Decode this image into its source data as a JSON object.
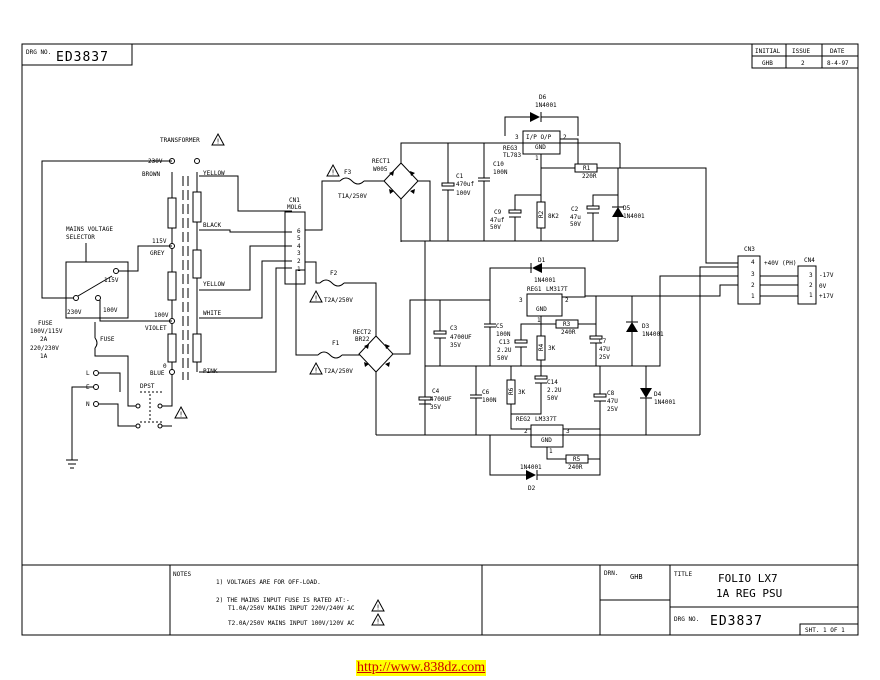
{
  "header": {
    "drg_label": "DRG NO.",
    "drg_number": "ED3837",
    "initial_label": "INITIAL",
    "issue_label": "ISSUE",
    "date_label": "DATE",
    "initial_value": "GHB",
    "issue_value": "2",
    "date_value": "8-4-97"
  },
  "left": {
    "transformer": "TRANSFORMER",
    "tap_230": "230V",
    "brown": "BROWN",
    "tap_115": "115V",
    "grey": "GREY",
    "tap_100": "100V",
    "violet": "VIOLET",
    "tap_0": "0",
    "blue": "BLUE",
    "mains_selector_1": "MAINS VOLTAGE",
    "mains_selector_2": "SELECTOR",
    "sel_115": "115V",
    "sel_230": "230V",
    "sel_100": "100V",
    "fuse": "FUSE",
    "fuse_note_1": "FUSE",
    "fuse_note_2": "100V/115V",
    "fuse_note_3": "2A",
    "fuse_note_4": "220/230V",
    "fuse_note_5": "1A",
    "term_l": "L",
    "term_e": "E",
    "term_n": "N",
    "dpst": "DPST",
    "sec_yellow_1": "YELLOW",
    "sec_black": "BLACK",
    "sec_yellow_2": "YELLOW",
    "sec_white": "WHITE",
    "sec_pink": "PINK"
  },
  "mid": {
    "cn1": "CN1",
    "mol6": "MOL6",
    "pins": [
      "6",
      "5",
      "4",
      "3",
      "2",
      "1"
    ],
    "f3": "F3",
    "f3_rating": "T1A/250V",
    "f2": "F2",
    "f2_rating": "T2A/250V",
    "f1": "F1",
    "f1_rating": "T2A/250V",
    "rect1": "RECT1",
    "rect1_part": "W005",
    "rect2": "RECT2",
    "rect2_part": "BR22"
  },
  "upper": {
    "d6": "D6",
    "d6_part": "1N4001",
    "reg3": "REG3",
    "reg3_part": "TL783",
    "io": "I/P O/P",
    "gnd": "GND",
    "pin3": "3",
    "pin2": "2",
    "pin1": "1",
    "c1": "C1",
    "c1_val": "470uf",
    "c1_v": "100V",
    "c10": "C10",
    "c10_val": "100N",
    "c9": "C9",
    "c9_val": "47uf",
    "c9_v": "50V",
    "r2": "R2",
    "r2_val": "8K2",
    "c2": "C2",
    "c2_val": "47u",
    "c2_v": "50V",
    "d5": "D5",
    "d5_part": "1N4001",
    "r1": "R1",
    "r1_val": "220R"
  },
  "lower": {
    "d1": "D1",
    "d1_part": "1N4001",
    "reg1": "REG1",
    "reg1_part": "LM317T",
    "reg2": "REG2",
    "reg2_part": "LM337T",
    "c3": "C3",
    "c3_val": "4700UF",
    "c3_v": "35V",
    "c5": "C5",
    "c5_val": "100N",
    "c13": "C13",
    "c13_val": "2.2U",
    "c13_v": "50V",
    "r4": "R4",
    "r4_val": "3K",
    "r3": "R3",
    "r3_val": "240R",
    "c7": "C7",
    "c7_val": "47U",
    "c7_v": "25V",
    "d3": "D3",
    "d3_part": "1N4001",
    "c4": "C4",
    "c4_val": "4700UF",
    "c4_v": "35V",
    "c6": "C6",
    "c6_val": "100N",
    "r6": "R6",
    "r6_val": "3K",
    "c14": "C14",
    "c14_val": "2.2U",
    "c14_v": "50V",
    "c8": "C8",
    "c8_val": "47U",
    "c8_v": "25V",
    "d4": "D4",
    "d4_part": "1N4001",
    "r5": "R5",
    "r5_val": "240R",
    "d2": "D2",
    "d2_part": "1N4001"
  },
  "right": {
    "cn3": "CN3",
    "cn4": "CN4",
    "cn3_pins": [
      "4",
      "3",
      "2",
      "1"
    ],
    "cn4_pins": [
      "3",
      "2",
      "1"
    ],
    "plus40": "+40V (PH)",
    "minus17": "-17V",
    "zero": "0V",
    "plus17": "+17V"
  },
  "footer": {
    "notes_label": "NOTES",
    "note1": "1) VOLTAGES ARE FOR OFF-LOAD.",
    "note2": "2) THE MAINS INPUT FUSE IS RATED AT:-",
    "note3": "T1.0A/250V MAINS INPUT 220V/240V AC",
    "note4": "T2.0A/250V MAINS INPUT 100V/120V AC",
    "drn_label": "DRN.",
    "drn_value": "GHB",
    "title_label": "TITLE",
    "title_1": "FOLIO LX7",
    "title_2": "1A REG PSU",
    "drg_label": "DRG NO.",
    "drg_number": "ED3837",
    "sheet": "SHT. 1 OF 1"
  },
  "link": {
    "text": "http://www.838dz.com"
  }
}
